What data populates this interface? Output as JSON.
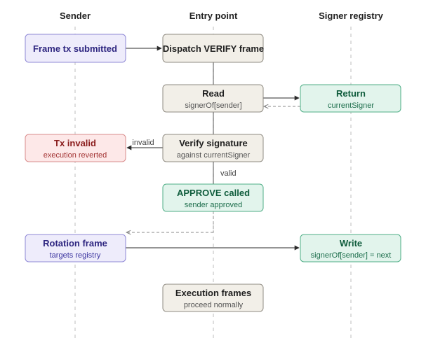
{
  "colors": {
    "lifeline": "#c9c9c9",
    "arrow": "#2b2b2b",
    "arrow_dashed": "#8a8a8a",
    "sender_fill": "#eeecfb",
    "sender_stroke": "#8f88d6",
    "sender_title": "#2e2680",
    "sender_sub": "#3d36a0",
    "entry_fill": "#f2efe8",
    "entry_stroke": "#8f8b82",
    "entry_title": "#1f1f1f",
    "entry_sub": "#555555",
    "registry_fill": "#e2f4ec",
    "registry_stroke": "#4fae86",
    "registry_title": "#0f5c3c",
    "registry_sub": "#1d6e4c",
    "error_fill": "#fde8e8",
    "error_stroke": "#d98c8c",
    "error_title": "#8a1c1c",
    "error_sub": "#a33333"
  },
  "columns": {
    "sender": "Sender",
    "entry_point": "Entry point",
    "signer_registry": "Signer registry"
  },
  "nodes": {
    "frame_tx": {
      "title": "Frame tx submitted",
      "sub": ""
    },
    "dispatch": {
      "title": "Dispatch VERIFY frame",
      "sub": ""
    },
    "read": {
      "title": "Read",
      "sub": "signerOf[sender]"
    },
    "return": {
      "title": "Return",
      "sub": "currentSigner"
    },
    "tx_invalid": {
      "title": "Tx invalid",
      "sub": "execution reverted"
    },
    "verify": {
      "title": "Verify signature",
      "sub": "against currentSigner"
    },
    "approve": {
      "title": "APPROVE called",
      "sub": "sender approved"
    },
    "rotation": {
      "title": "Rotation frame",
      "sub": "targets registry"
    },
    "write": {
      "title": "Write",
      "sub": "signerOf[sender] = next"
    },
    "execution": {
      "title": "Execution frames",
      "sub": "proceed normally"
    }
  },
  "edge_labels": {
    "invalid": "invalid",
    "valid": "valid"
  }
}
